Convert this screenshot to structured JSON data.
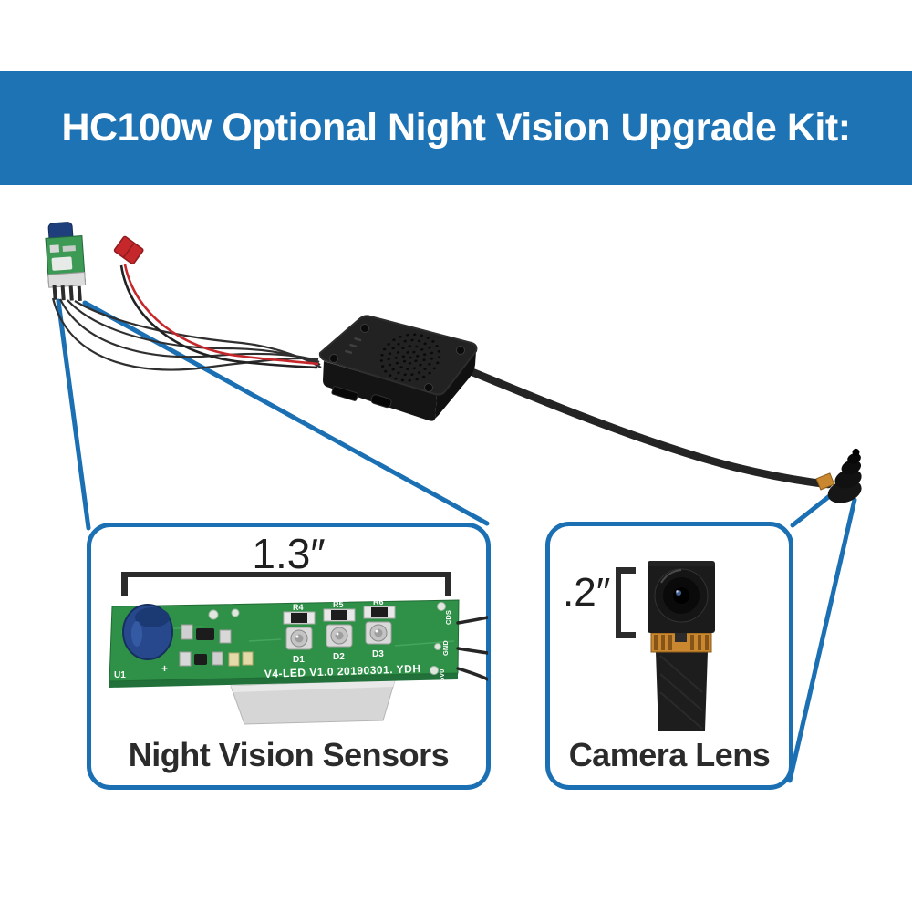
{
  "banner": {
    "title": "HC100w Optional Night Vision Upgrade Kit:",
    "bg_color": "#1d73b4",
    "text_color": "#ffffff"
  },
  "callouts": {
    "night_vision": {
      "measurement": "1.3″",
      "label": "Night Vision Sensors",
      "board_silkscreen": "V4-LED V1.0 20190301. YDH",
      "refs": {
        "u1": "U1",
        "plus": "+",
        "r4": "R4",
        "r5": "R5",
        "r6": "R6",
        "d1": "D1",
        "d2": "D2",
        "d3": "D3",
        "pad1": "CDS",
        "pad2": "GND",
        "pad3": "5V0"
      }
    },
    "camera": {
      "measurement": ".2″",
      "label": "Camera Lens"
    }
  },
  "colors": {
    "banner_blue": "#1d73b4",
    "callout_blue": "#1b6fb3",
    "pcb_green": "#2f9147",
    "bracket_dark": "#2b2b2b",
    "label_dark": "#2b2b2b",
    "gold_flex": "#c9882f",
    "red_connector": "#c5272b",
    "module_black": "#222222"
  }
}
